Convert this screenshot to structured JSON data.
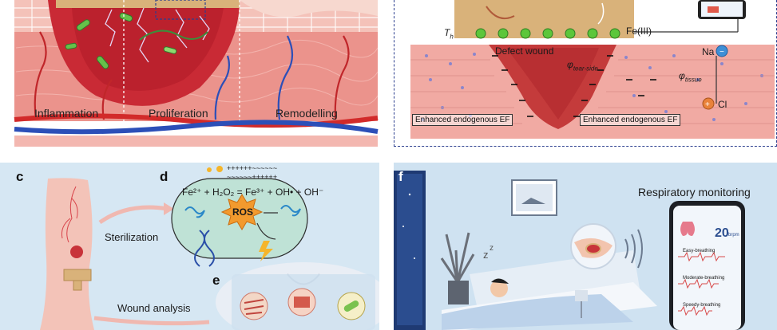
{
  "panel_a": {
    "stages": [
      "Inflammation",
      "Proliferation",
      "Remodelling"
    ]
  },
  "panel_b": {
    "th_label": "T",
    "th_sub": "h",
    "fe_label": "Fe(III)",
    "defect_label": "Defect wound",
    "phi_tear": "φ",
    "phi_tear_sub": "tear-side",
    "phi_tissue": "φ",
    "phi_tissue_sub": "tissue",
    "na_label": "Na",
    "cl_label": "Cl",
    "ef_left": "Enhanced endogenous EF",
    "ef_right": "Enhanced endogenous EF"
  },
  "panel_c": {
    "letter": "c",
    "sterilization": "Sterilization",
    "wound_analysis": "Wound analysis"
  },
  "panel_d": {
    "letter": "d",
    "charges_top": "++++++~~~~~~",
    "charges_bottom": "~~~~~~++++++",
    "equation": "Fe²⁺ + H₂O₂ = Fe³⁺ + OH• + OH⁻",
    "ros": "ROS"
  },
  "panel_e": {
    "letter": "e"
  },
  "panel_f": {
    "letter": "f",
    "title": "Respiratory monitoring",
    "rate_value": "20",
    "rate_unit": "brpm",
    "modes": [
      "Easy-breathing",
      "Moderate-breathing",
      "Speedy-breathing"
    ]
  },
  "colors": {
    "skin": "#f0a9a4",
    "wound_red": "#c92a35",
    "dermis": "#e9857f",
    "artery": "#d22a2a",
    "vein": "#2c4fb8",
    "gel_tan": "#d9b27a",
    "fe_green": "#5cc63b",
    "room_blue": "#cfe2f1"
  }
}
